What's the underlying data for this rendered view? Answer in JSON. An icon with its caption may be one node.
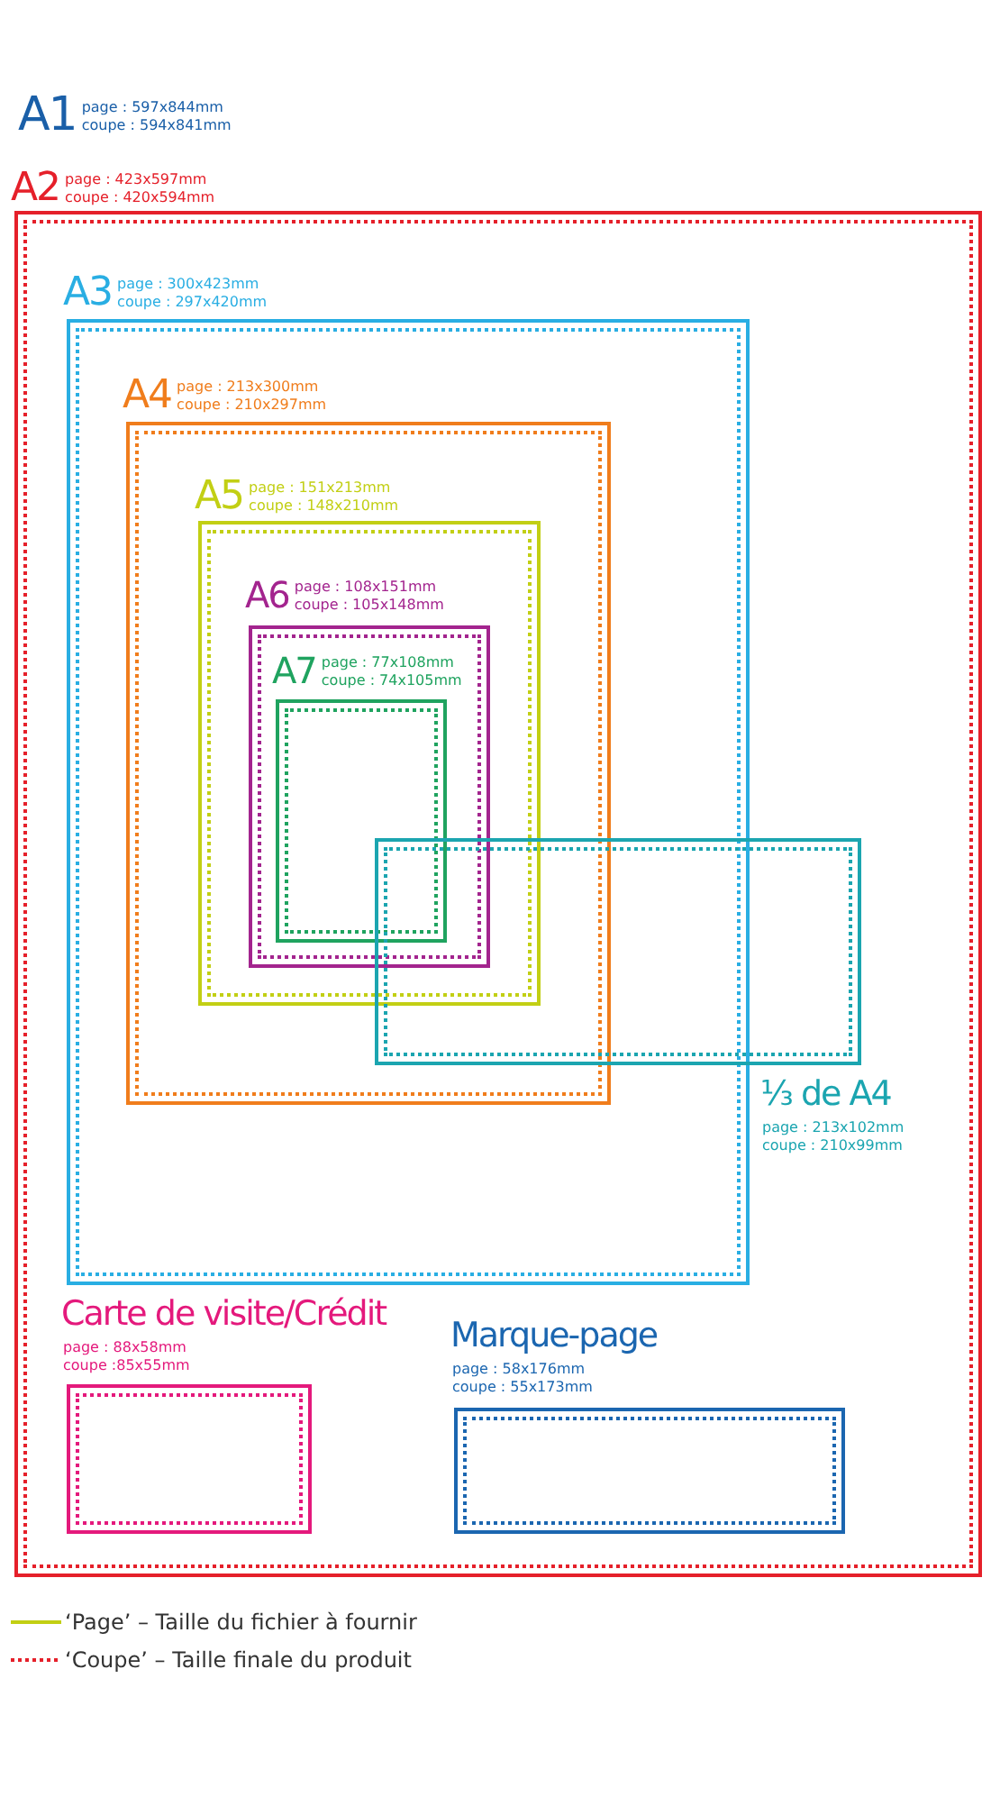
{
  "diagram": {
    "nodes": [
      {
        "text": [
          "A1",
          "page : 597x844mm",
          "coupe : 594x841mm"
        ]
      },
      {
        "text": [
          "A2",
          "page : 423x597mm",
          "coupe : 420x594mm"
        ]
      },
      {
        "text": [
          "A3",
          "page : 300x423mm",
          "coupe : 297x420mm"
        ],
        "in": 1
      },
      {
        "text": [
          "A4",
          "page : 213x300mm",
          "coupe : 210x297mm"
        ],
        "in": 2
      },
      {
        "text": [
          "A5",
          "page : 151x213mm",
          "coupe : 148x210mm"
        ],
        "in": 3
      },
      {
        "text": [
          "A6",
          "page : 108x151mm",
          "coupe : 105x148mm"
        ],
        "in": 4
      },
      {
        "text": [
          "A7",
          "page : 77x108mm",
          "coupe : 74x105mm"
        ],
        "in": 5
      },
      {
        "text": [
          "⅓ de A4",
          "page : 213x102mm",
          "coupe : 210x99mm"
        ],
        "in": 1
      },
      {
        "text": [
          "Carte de visite/Crédit",
          "page : 88x58mm",
          "coupe :85x55mm"
        ],
        "in": 1
      },
      {
        "text": [
          "Marque-page",
          "page : 58x176mm",
          "coupe : 55x173mm"
        ],
        "in": 1
      }
    ],
    "legend": [
      {
        "text": "‘Page’ – Taille du fichier à fournir"
      },
      {
        "text": "‘Coupe’ – Taille finale du produit"
      }
    ]
  }
}
